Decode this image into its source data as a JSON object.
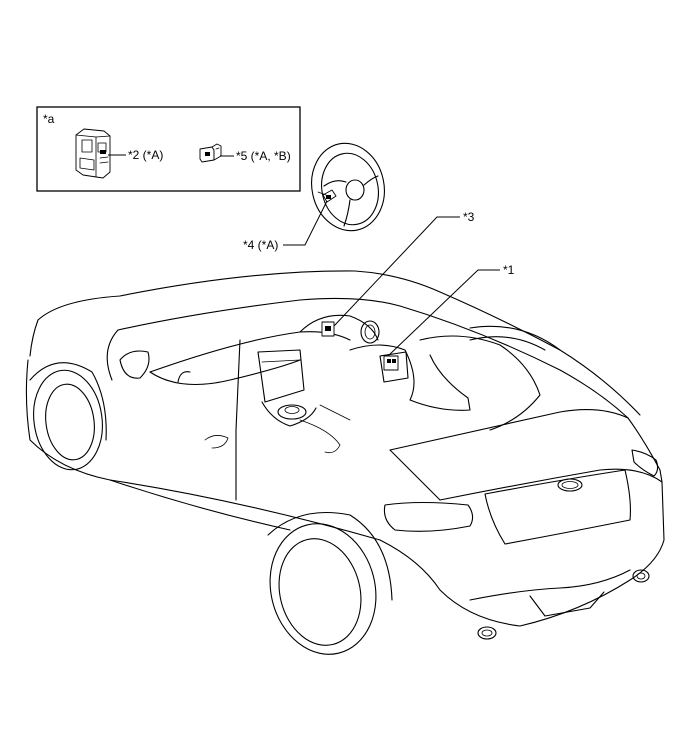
{
  "inset": {
    "label": "*a",
    "callouts": [
      {
        "id": "2",
        "text": "*2 (*A)"
      },
      {
        "id": "5",
        "text": "*5 (*A, *B)"
      }
    ]
  },
  "callouts": [
    {
      "id": "4",
      "text": "*4 (*A)"
    },
    {
      "id": "3",
      "text": "*3"
    },
    {
      "id": "1",
      "text": "*1"
    }
  ]
}
